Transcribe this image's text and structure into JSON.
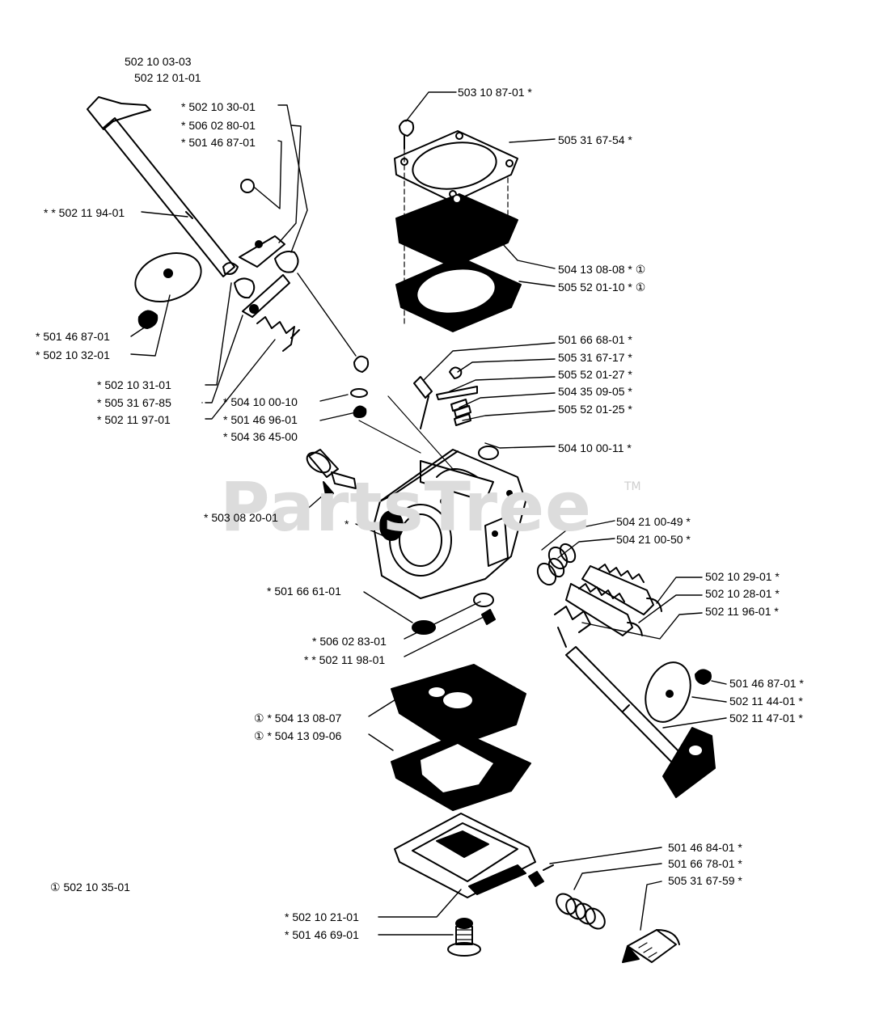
{
  "header": {
    "model_code_1": "502 10 03-03",
    "model_code_2": "502 12 01-01"
  },
  "watermark": {
    "text": "PartsTree",
    "tm": "TM",
    "color": "#dcdcdc"
  },
  "footnote": "① 502 10 35-01",
  "labels": [
    {
      "id": "l-503108701",
      "text": "503 10 87-01  *"
    },
    {
      "id": "l-505316754",
      "text": "505 31 67-54  *"
    },
    {
      "id": "l-502103001",
      "text": "*  502 10 30-01"
    },
    {
      "id": "l-506028001",
      "text": "*  506 02 80-01"
    },
    {
      "id": "l-501468701a",
      "text": "*  501 46 87-01"
    },
    {
      "id": "l-502119401",
      "text": "* *  502 11 94-01"
    },
    {
      "id": "l-504130808",
      "text": "504 13 08-08  *  ①"
    },
    {
      "id": "l-505520110",
      "text": "505 52 01-10  *  ①"
    },
    {
      "id": "l-501468701b",
      "text": "*  501 46 87-01"
    },
    {
      "id": "l-502103201",
      "text": "*  502 10 32-01"
    },
    {
      "id": "l-501666801",
      "text": "501 66 68-01  *"
    },
    {
      "id": "l-505316717",
      "text": "505 31 67-17  *"
    },
    {
      "id": "l-505520127",
      "text": "505 52 01-27  *"
    },
    {
      "id": "l-504350905",
      "text": "504 35 09-05  *"
    },
    {
      "id": "l-505520125",
      "text": "505 52 01-25  *"
    },
    {
      "id": "l-502103101",
      "text": "*  502 10 31-01"
    },
    {
      "id": "l-505316785",
      "text": "*  505 31 67-85"
    },
    {
      "id": "l-502119701",
      "text": "*  502 11 97-01"
    },
    {
      "id": "l-504100010",
      "text": "*  504 10 00-10"
    },
    {
      "id": "l-501469601",
      "text": "*  501 46 96-01"
    },
    {
      "id": "l-504364500",
      "text": "*  504 36 45-00"
    },
    {
      "id": "l-504100011",
      "text": "504 10 00-11  *"
    },
    {
      "id": "l-503082001",
      "text": "*  503 08 20-01"
    },
    {
      "id": "l-body",
      "text": "*"
    },
    {
      "id": "l-504210049",
      "text": "504 21 00-49  *"
    },
    {
      "id": "l-504210050",
      "text": "504 21 00-50  *"
    },
    {
      "id": "l-501666101",
      "text": "*  501 66 61-01"
    },
    {
      "id": "l-502102901",
      "text": "502 10 29-01  *"
    },
    {
      "id": "l-502102801",
      "text": "502 10 28-01  *"
    },
    {
      "id": "l-502119601",
      "text": "502 11 96-01  *"
    },
    {
      "id": "l-506028301",
      "text": "*  506 02 83-01"
    },
    {
      "id": "l-502119801",
      "text": "* *  502 11 98-01"
    },
    {
      "id": "l-501468701c",
      "text": "501 46 87-01  *"
    },
    {
      "id": "l-502114401",
      "text": "502 11 44-01  *"
    },
    {
      "id": "l-502114701",
      "text": "502 11 47-01  *"
    },
    {
      "id": "l-504130807",
      "text": "①  *  504 13 08-07"
    },
    {
      "id": "l-504130906",
      "text": "①  *  504 13 09-06"
    },
    {
      "id": "l-501468401",
      "text": "501 46 84-01  *"
    },
    {
      "id": "l-501667801",
      "text": "501 66 78-01  *"
    },
    {
      "id": "l-505316759",
      "text": "505 31 67-59  *"
    },
    {
      "id": "l-502102101",
      "text": "*  502 10 21-01"
    },
    {
      "id": "l-501466901",
      "text": "*  501 46 69-01"
    }
  ]
}
